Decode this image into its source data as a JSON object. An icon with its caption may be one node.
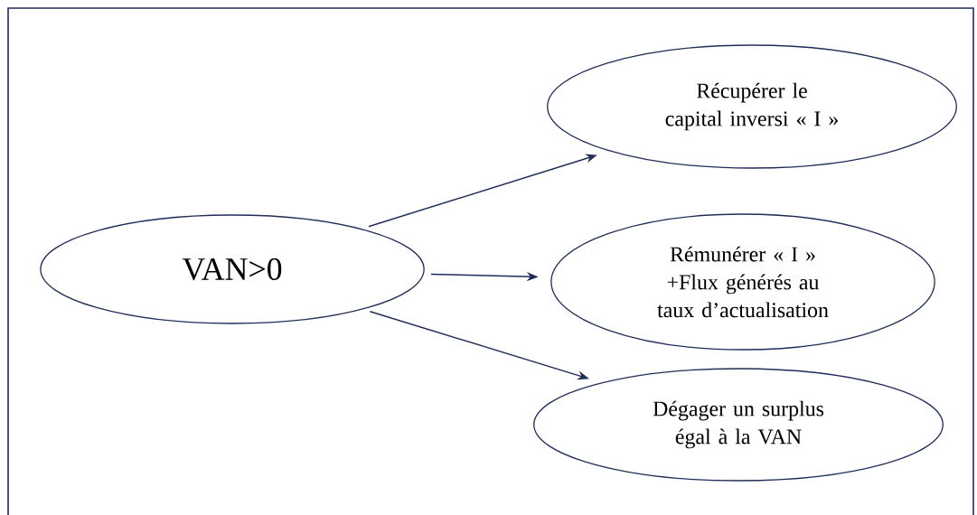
{
  "diagram": {
    "nodes": [
      {
        "text": [
          "VAN>0"
        ]
      },
      {
        "text": [
          "Récupérer le capital inversi « I »"
        ]
      },
      {
        "text": [
          "Rémunérer « I » +Flux générés au taux d’actualisation"
        ]
      },
      {
        "text": [
          "Dégager un surplus égal à la VAN"
        ]
      }
    ],
    "edges": [
      {
        "from": 0,
        "to": 1,
        "arrow": "to"
      },
      {
        "from": 0,
        "to": 2,
        "arrow": "to"
      },
      {
        "from": 0,
        "to": 3,
        "arrow": "to"
      }
    ]
  }
}
